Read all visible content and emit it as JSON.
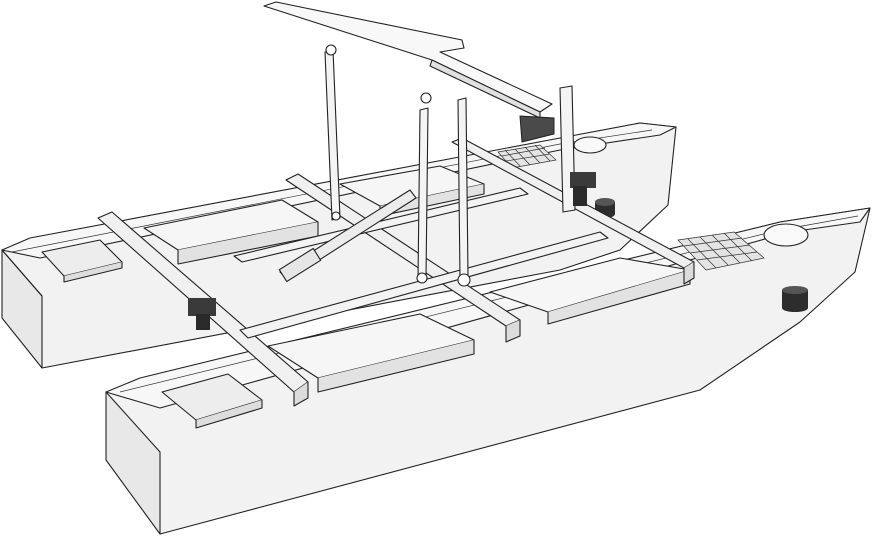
{
  "colors": {
    "line": "#222222",
    "hull": "#f2f2f2",
    "deck": "#f6f6f6",
    "beam": "#f0f0f0",
    "servo": "#3a3a3a",
    "panel": "#4a4a4a",
    "mesh": "#bbbbbb"
  },
  "components": {
    "hulls": [
      "left-hull",
      "right-hull"
    ],
    "crossbeams": [
      "front-crossbeam",
      "middle-crossbeam",
      "rear-crossbeam"
    ],
    "deck_plates": 6,
    "servo_motors": 2,
    "hatches": 2,
    "mesh_panels": 2,
    "canopy": "top-canopy-plate",
    "solar_or_sensor_panel": "dark-panel"
  }
}
